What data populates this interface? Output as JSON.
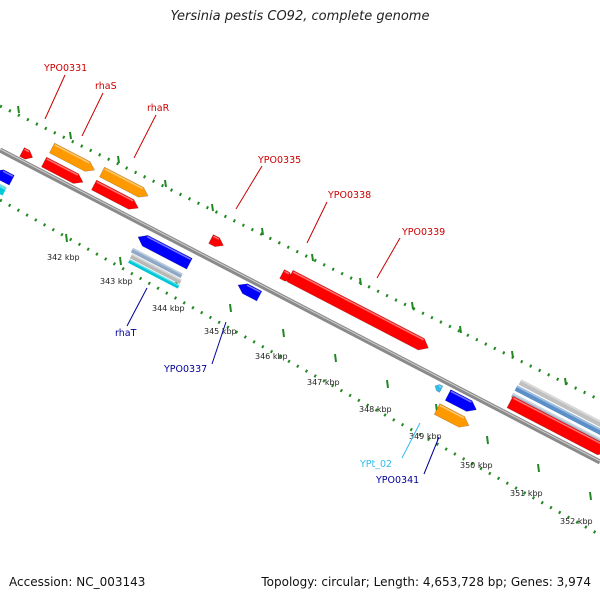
{
  "title": "Yersinia pestis CO92, complete genome",
  "footer": {
    "accession": "Accession: NC_003143",
    "topology": "Topology: circular; Length: 4,653,728 bp; Genes: 3,974"
  },
  "colors": {
    "backbone": "#8a8a8a",
    "forward_cds": "#ff0000",
    "reverse_cds": "#0000ff",
    "rna": "#00c8d8",
    "orange_feature": "#ff9900",
    "forward_label": "#cc0000",
    "reverse_label": "#000099",
    "trna_label": "#33bbee",
    "tick": "#228822"
  },
  "ticks": [
    {
      "label": "342 kbp"
    },
    {
      "label": "343 kbp"
    },
    {
      "label": "344 kbp"
    },
    {
      "label": "345 kbp"
    },
    {
      "label": "346 kbp"
    },
    {
      "label": "347 kbp"
    },
    {
      "label": "348 kbp"
    },
    {
      "label": "349 kbp"
    },
    {
      "label": "350 kbp"
    },
    {
      "label": "351 kbp"
    },
    {
      "label": "352 kbp"
    }
  ],
  "gene_labels": [
    {
      "text": "YPO0331",
      "color": "#cc0000"
    },
    {
      "text": "rhaS",
      "color": "#cc0000"
    },
    {
      "text": "rhaR",
      "color": "#cc0000"
    },
    {
      "text": "YPO0335",
      "color": "#cc0000"
    },
    {
      "text": "YPO0338",
      "color": "#cc0000"
    },
    {
      "text": "YPO0339",
      "color": "#cc0000"
    },
    {
      "text": "rhaT",
      "color": "#000099"
    },
    {
      "text": "YPO0337",
      "color": "#000099"
    },
    {
      "text": "YPt_02",
      "color": "#33bbee"
    },
    {
      "text": "YPO0341",
      "color": "#000099"
    }
  ]
}
